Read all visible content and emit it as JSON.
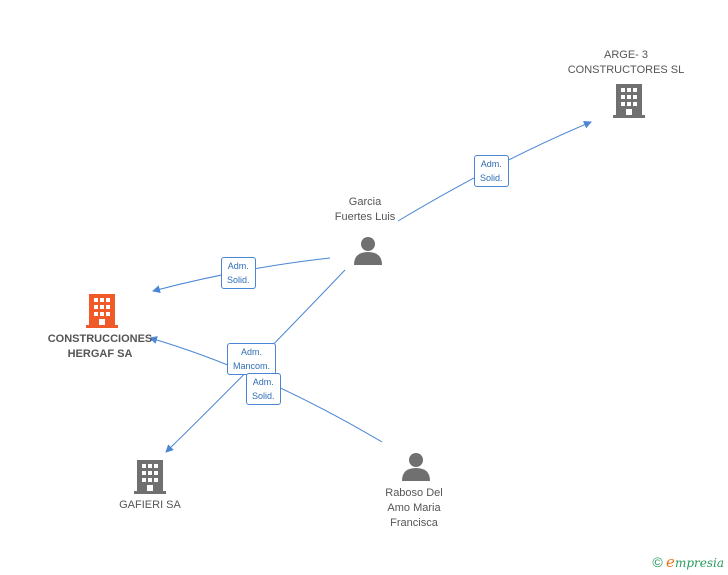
{
  "nodes": {
    "arge": {
      "label": "ARGE- 3\nCONSTRUCTORES SL",
      "type": "company"
    },
    "garcia": {
      "label": "Garcia\nFuertes Luis",
      "type": "person"
    },
    "construcciones": {
      "label": "CONSTRUCCIONES\nHERGAF SA",
      "type": "company-main"
    },
    "gafieri": {
      "label": "GAFIERI SA",
      "type": "company"
    },
    "raboso": {
      "label": "Raboso Del\nAmo Maria\nFrancisca",
      "type": "person"
    }
  },
  "edges": {
    "garcia_arge": {
      "label": "Adm.\nSolid."
    },
    "garcia_construcciones": {
      "label": "Adm.\nSolid."
    },
    "garcia_gafieri": {
      "label": "Adm.\nMancom."
    },
    "raboso_construcciones": {
      "label": "Adm.\nSolid."
    }
  },
  "colors": {
    "edge": "#4a86d4",
    "company_icon": "#707070",
    "main_company_icon": "#f05a28",
    "person_icon": "#707070"
  },
  "footer": {
    "copyright_symbol": "©",
    "brand_initial": "e",
    "brand_rest": "mpresia"
  }
}
